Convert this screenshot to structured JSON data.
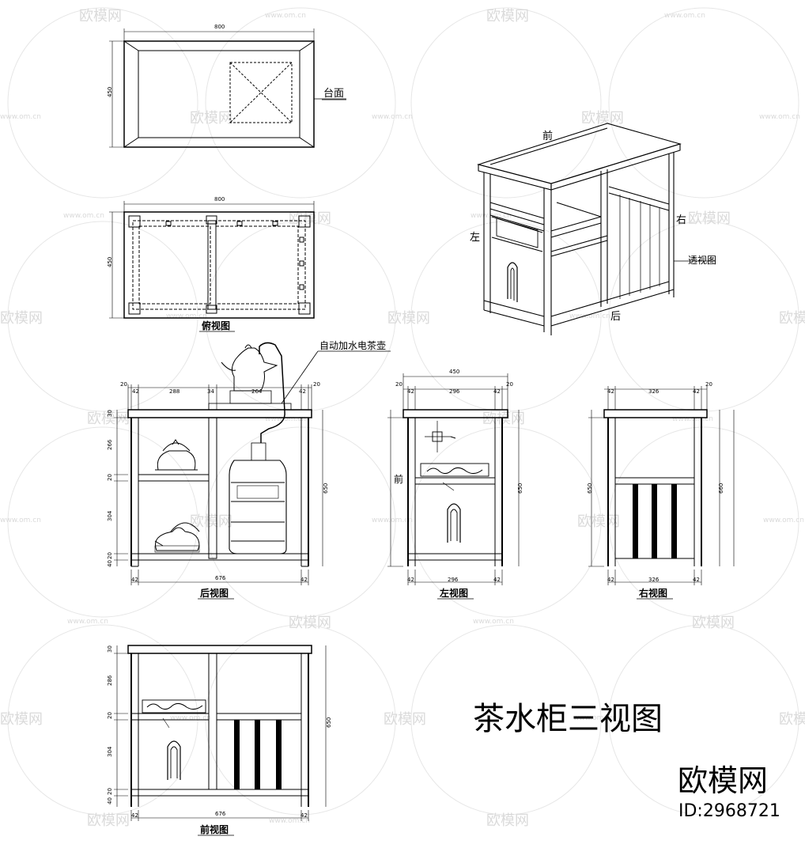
{
  "labels": {
    "countertop": "台面",
    "top_view": "俯视图",
    "kettle": "自动加水电茶壶",
    "perspective_front": "前",
    "perspective_right": "右",
    "perspective_left": "左",
    "perspective_back": "后",
    "perspective_view": "透视图",
    "back_view": "后视图",
    "left_view": "左视图",
    "right_view": "右视图",
    "front_view": "前视图",
    "front_mark": "前",
    "title": "茶水柜三视图",
    "brand": "欧模网",
    "id": "ID:2968721"
  },
  "dims": {
    "top_width": "800",
    "top_depth": "450",
    "plan_width": "800",
    "plan_depth": "450",
    "back_total": "676",
    "back_top": [
      "20",
      "42",
      "288",
      "34",
      "264",
      "42",
      "20"
    ],
    "back_left": [
      "30",
      "266",
      "20",
      "304",
      "20",
      "40"
    ],
    "back_height": "650",
    "left_total": "450",
    "left_top": [
      "20",
      "42",
      "296",
      "42",
      "20"
    ],
    "left_bottom": [
      "42",
      "296",
      "42"
    ],
    "left_height": "650",
    "right_top": [
      "42",
      "326",
      "42",
      "20"
    ],
    "right_bottom": [
      "42",
      "326",
      "42"
    ],
    "right_height": "650",
    "right_height2": "660",
    "front_total": "676",
    "front_left": [
      "30",
      "286",
      "20",
      "304",
      "20",
      "40"
    ],
    "front_height": "650",
    "bottom_side": "42"
  },
  "watermarks": {
    "site": "www.om.cn",
    "brand": "欧模网"
  },
  "colors": {
    "line": "#000000",
    "watermark": "#d6d6d6",
    "background": "#ffffff"
  }
}
